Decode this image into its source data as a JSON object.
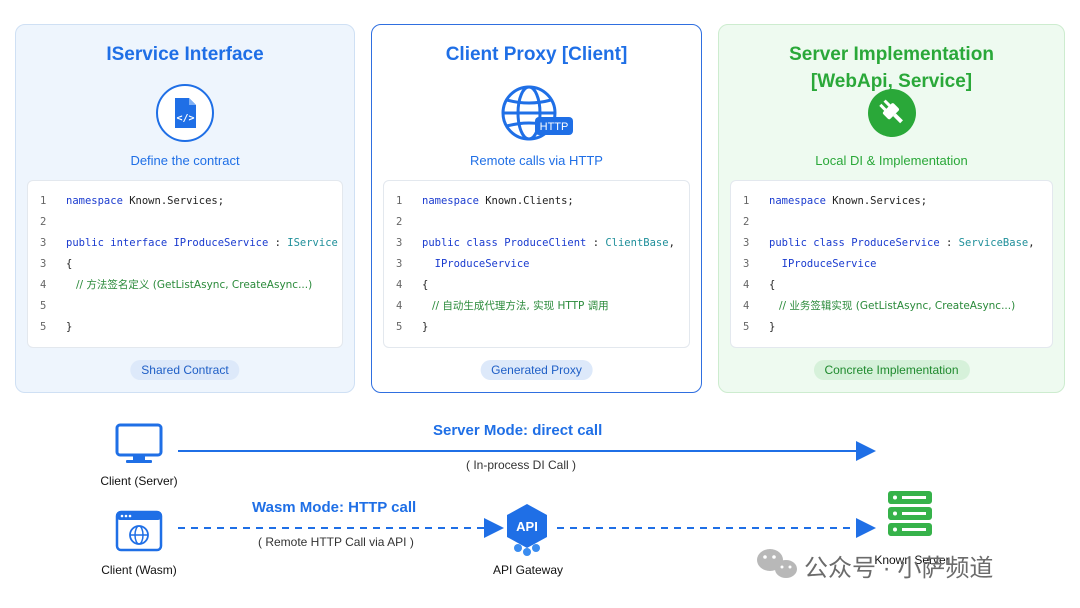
{
  "cards": [
    {
      "title": "IService Interface",
      "subtitle": "Define the contract",
      "badge": "Shared Contract",
      "icon": "code-file-icon",
      "code": [
        {
          "n": "1",
          "parts": [
            {
              "t": "namespace ",
              "c": "kw"
            },
            {
              "t": "Known.Services;",
              "c": ""
            }
          ]
        },
        {
          "n": "2",
          "parts": []
        },
        {
          "n": "3",
          "parts": [
            {
              "t": "public interface ",
              "c": "kw"
            },
            {
              "t": "IProduceService",
              "c": "kw"
            },
            {
              "t": " : ",
              "c": ""
            },
            {
              "t": "IService",
              "c": "ty"
            }
          ]
        },
        {
          "n": "3",
          "parts": [
            {
              "t": "{",
              "c": ""
            }
          ]
        },
        {
          "n": "4",
          "parts": [
            {
              "t": "   // 方法签名定义 (GetListAsync, CreateAsync...)",
              "c": "cm"
            }
          ]
        },
        {
          "n": "5",
          "parts": []
        },
        {
          "n": "5",
          "parts": [
            {
              "t": "}",
              "c": ""
            }
          ]
        }
      ]
    },
    {
      "title": "Client Proxy [Client]",
      "subtitle": "Remote calls via HTTP",
      "badge": "Generated Proxy",
      "icon": "globe-http-icon",
      "icon_tag": "HTTP",
      "code": [
        {
          "n": "1",
          "parts": [
            {
              "t": "namespace ",
              "c": "kw"
            },
            {
              "t": "Known.Clients;",
              "c": ""
            }
          ]
        },
        {
          "n": "2",
          "parts": []
        },
        {
          "n": "3",
          "parts": [
            {
              "t": "public class ",
              "c": "kw"
            },
            {
              "t": "ProduceClient",
              "c": "kw"
            },
            {
              "t": " : ",
              "c": ""
            },
            {
              "t": "ClientBase",
              "c": "ty"
            },
            {
              "t": ",",
              "c": ""
            }
          ]
        },
        {
          "n": "3",
          "parts": [
            {
              "t": "  IProduceService",
              "c": "kw"
            }
          ]
        },
        {
          "n": "4",
          "parts": [
            {
              "t": "{",
              "c": ""
            }
          ]
        },
        {
          "n": "4",
          "parts": [
            {
              "t": "   // 自动生成代理方法, 实现 HTTP 调用",
              "c": "cm"
            }
          ]
        },
        {
          "n": "5",
          "parts": [
            {
              "t": "}",
              "c": ""
            }
          ]
        }
      ]
    },
    {
      "title": "Server Implementation [WebApi, Service]",
      "subtitle": "Local DI & Implementation",
      "badge": "Concrete Implementation",
      "icon": "plug-icon",
      "code": [
        {
          "n": "1",
          "parts": [
            {
              "t": "namespace ",
              "c": "kw"
            },
            {
              "t": "Known.Services;",
              "c": ""
            }
          ]
        },
        {
          "n": "2",
          "parts": []
        },
        {
          "n": "3",
          "parts": [
            {
              "t": "public class ",
              "c": "kw"
            },
            {
              "t": "ProduceService",
              "c": "kw"
            },
            {
              "t": " : ",
              "c": ""
            },
            {
              "t": "ServiceBase",
              "c": "ty"
            },
            {
              "t": ",",
              "c": ""
            }
          ]
        },
        {
          "n": "3",
          "parts": [
            {
              "t": "  IProduceService",
              "c": "kw"
            }
          ]
        },
        {
          "n": "4",
          "parts": [
            {
              "t": "{",
              "c": ""
            }
          ]
        },
        {
          "n": "4",
          "parts": [
            {
              "t": "   // 业务签辑实现 (GetListAsync, CreateAsync...)",
              "c": "cm"
            }
          ]
        },
        {
          "n": "5",
          "parts": [
            {
              "t": "}",
              "c": ""
            }
          ]
        }
      ]
    }
  ],
  "flow": {
    "server_mode_title": "Server Mode: direct call",
    "server_mode_sub": "( In-process DI Call )",
    "wasm_mode_title": "Wasm Mode: HTTP call",
    "wasm_mode_sub": "( Remote HTTP Call via API )",
    "client_server_label": "Client (Server)",
    "client_wasm_label": "Client (Wasm)",
    "gateway_label": "API Gateway",
    "gateway_icon_text": "API",
    "server_label": "Known Server"
  },
  "watermark": "公众号 · 小萨频道",
  "colors": {
    "blue": "#1f6fe6",
    "green": "#2aa839",
    "server_green": "#36b24a"
  }
}
